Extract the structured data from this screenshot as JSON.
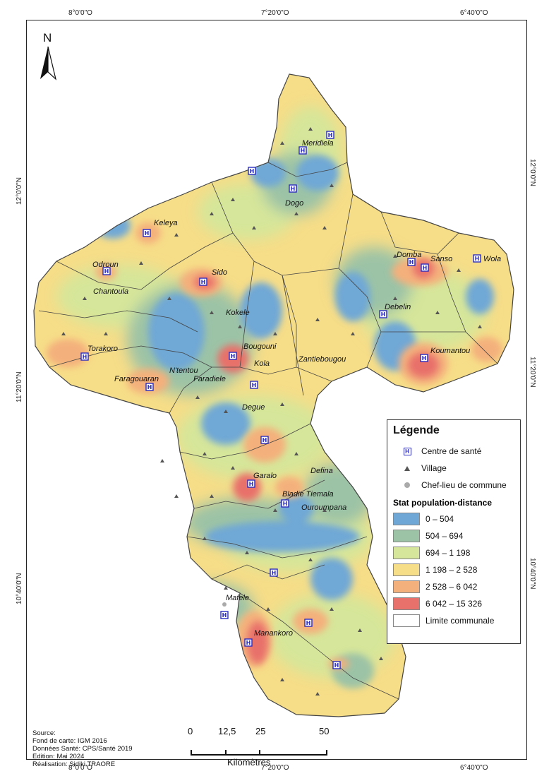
{
  "map": {
    "north_label": "N",
    "graticule": {
      "top": [
        "8°0'0\"O",
        "7°20'0\"O",
        "6°40'0\"O"
      ],
      "bottom": [
        "8°0'0\"O",
        "7°20'0\"O",
        "6°40'0\"O"
      ],
      "left": [
        "12°0'0\"N",
        "11°20'0\"N",
        "10°40'0\"N"
      ],
      "right": [
        "12°0'0\"N",
        "11°20'0\"N",
        "10°40'0\"N"
      ]
    },
    "places": [
      "Meridiela",
      "Dogo",
      "Keleya",
      "Odroun",
      "Chantoula",
      "Sido",
      "Domba",
      "Sanso",
      "Wola",
      "Debelin",
      "Kokele",
      "Torakoro",
      "Bougouni",
      "Kola",
      "Zantiebougou",
      "Koumantou",
      "N'tentou",
      "Faradiele",
      "Faragouaran",
      "Degue",
      "Garalo",
      "Defina",
      "Bladie Tiemala",
      "Ouroumpana",
      "Mafele",
      "Manankoro"
    ]
  },
  "legend": {
    "title": "Légende",
    "items": [
      {
        "label": "Centre de santé",
        "symbol": "health-center-icon"
      },
      {
        "label": "Village",
        "symbol": "village-triangle-icon"
      },
      {
        "label": "Chef-lieu de commune",
        "symbol": "commune-seat-dot-icon"
      }
    ],
    "subtitle": "Stat population-distance",
    "classes": [
      {
        "label": "0 – 504",
        "color": "#6fa8d6"
      },
      {
        "label": "504 – 694",
        "color": "#9cc3a6"
      },
      {
        "label": "694 – 1 198",
        "color": "#d6e69a"
      },
      {
        "label": "1 198 – 2 528",
        "color": "#f6dd88"
      },
      {
        "label": "2 528 – 6 042",
        "color": "#f4b07c"
      },
      {
        "label": "6 042 – 15 326",
        "color": "#e8716b"
      }
    ],
    "boundary_label": "Limite communale"
  },
  "scale": {
    "ticks": [
      "0",
      "12,5",
      "25",
      "50"
    ],
    "unit": "Kilomètres"
  },
  "source": {
    "lines": [
      "Source:",
      "Fond de carte: IGM 2016",
      "Données Santé: CPS/Santé 2019",
      "Edition: Mai 2024",
      "Réalisation: Sidiki TRAORE"
    ]
  }
}
